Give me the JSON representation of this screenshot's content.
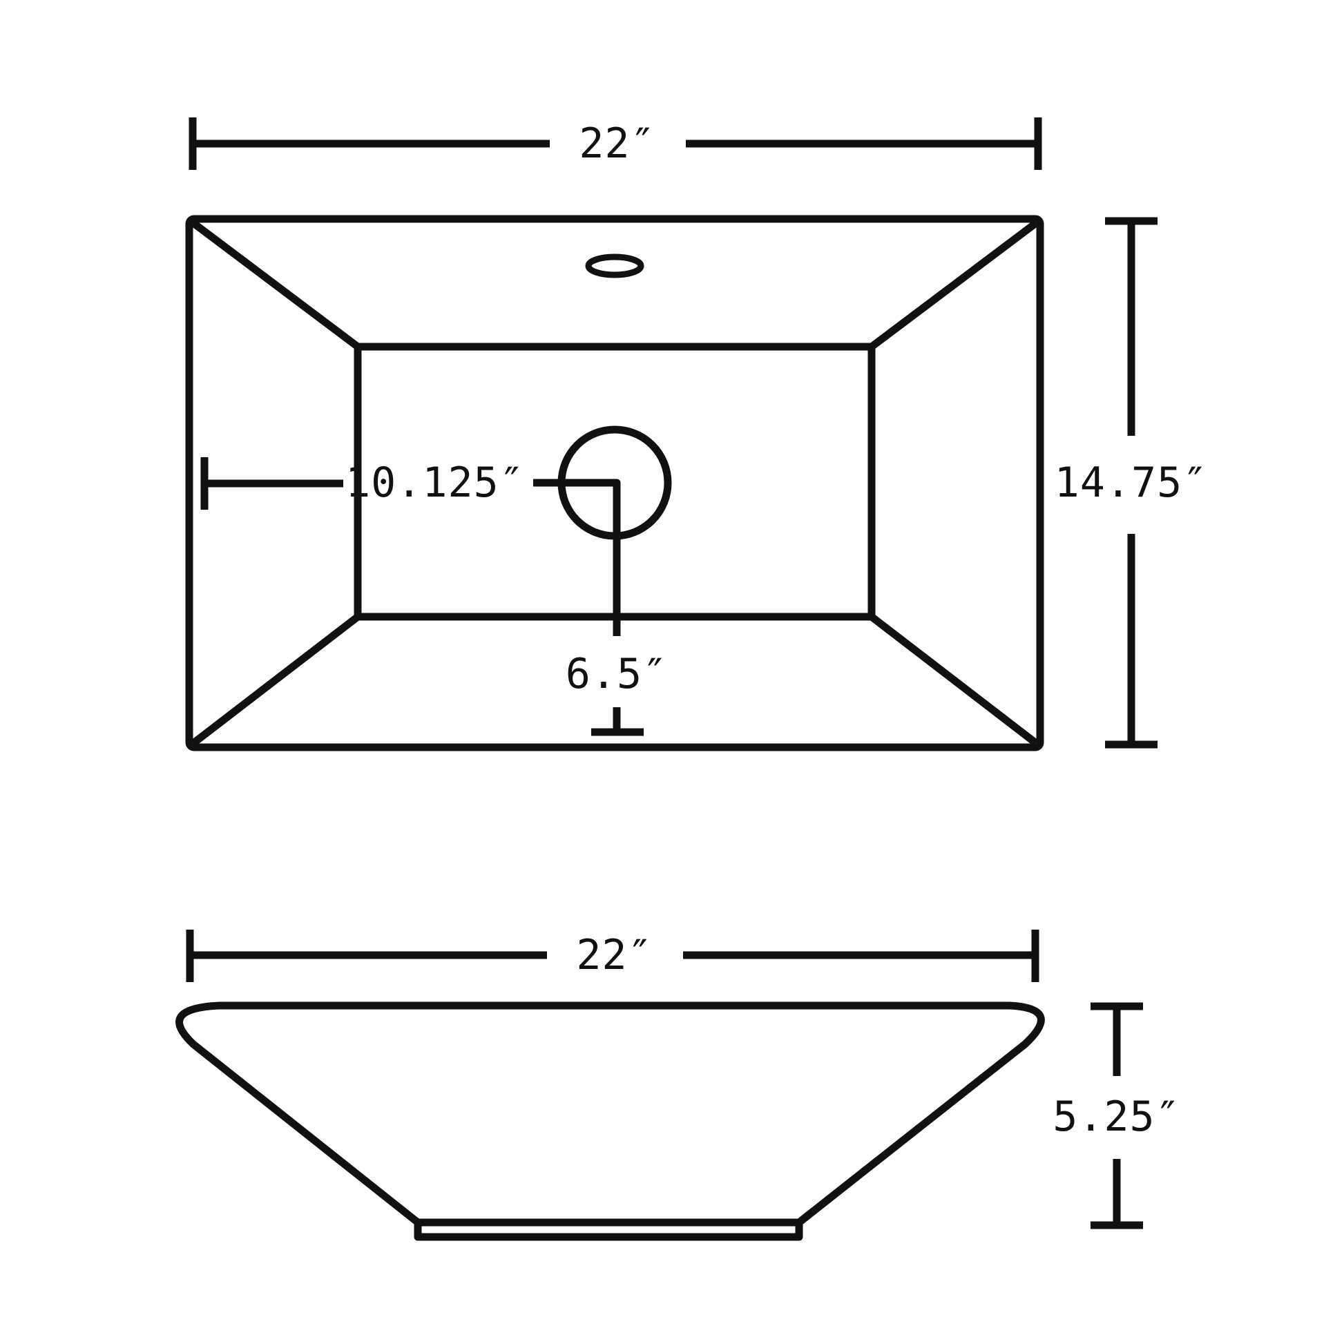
{
  "colors": {
    "line": "#111111",
    "background": "#ffffff"
  },
  "top_view": {
    "width_label": "22″",
    "height_label": "14.75″",
    "drain_from_side_label": "10.125″",
    "drain_from_front_label": "6.5″"
  },
  "side_view": {
    "width_label": "22″",
    "height_label": "5.25″"
  }
}
